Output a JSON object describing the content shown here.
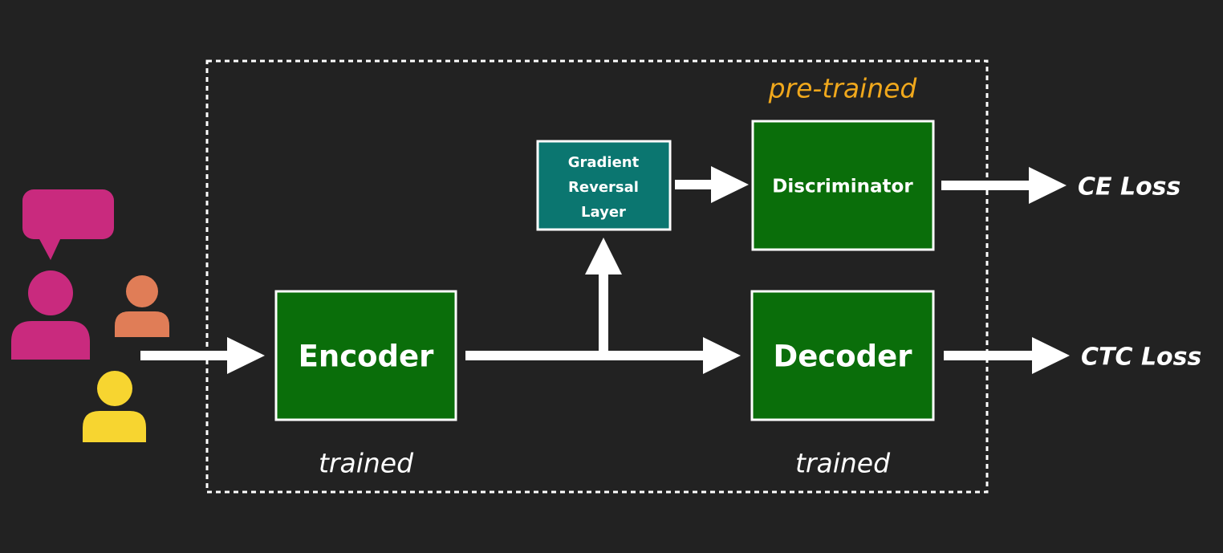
{
  "colors": {
    "background": "#222222",
    "block_fill": "#0a6e0a",
    "grl_fill": "#0b7670",
    "block_border": "#ffffff",
    "arrow": "#ffffff",
    "dashed_border": "#ffffff",
    "pretrained_text": "#f0a81c",
    "trained_text": "#ffffff",
    "speech_bubble": "#c92a7e",
    "speaker_main": "#c92a7e",
    "speaker_orange": "#e07d57",
    "speaker_yellow": "#f7d530"
  },
  "icons": {
    "speakers": "speakers-icon",
    "speech_bubble": "speech-bubble-icon"
  },
  "blocks": {
    "encoder": "Encoder",
    "decoder": "Decoder",
    "discriminator": "Discriminator",
    "grl_line1": "Gradient",
    "grl_line2": "Reversal",
    "grl_line3": "Layer"
  },
  "outputs": {
    "ce_loss": "CE Loss",
    "ctc_loss": "CTC Loss"
  },
  "annotations": {
    "pre_trained": "pre-trained",
    "encoder_trained": "trained",
    "decoder_trained": "trained"
  }
}
